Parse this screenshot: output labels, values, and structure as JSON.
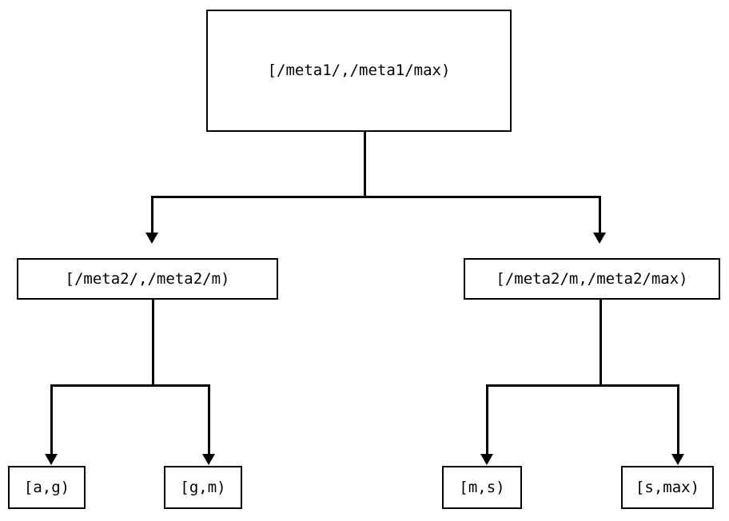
{
  "diagram": {
    "type": "tree",
    "title": "",
    "nodes": {
      "root": {
        "label": "[/meta1/,/meta1/max)"
      },
      "mid_left": {
        "label": "[/meta2/,/meta2/m)"
      },
      "mid_right": {
        "label": "[/meta2/m,/meta2/max)"
      },
      "leaf_ag": {
        "label": "[a,g)"
      },
      "leaf_gm": {
        "label": "[g,m)"
      },
      "leaf_ms": {
        "label": "[m,s)"
      },
      "leaf_smax": {
        "label": "[s,max)"
      }
    },
    "edges": [
      {
        "from": "root",
        "to": "mid_left"
      },
      {
        "from": "root",
        "to": "mid_right"
      },
      {
        "from": "mid_left",
        "to": "leaf_ag"
      },
      {
        "from": "mid_left",
        "to": "leaf_gm"
      },
      {
        "from": "mid_right",
        "to": "leaf_ms"
      },
      {
        "from": "mid_right",
        "to": "leaf_smax"
      }
    ],
    "colors": {
      "stroke": "#000000",
      "fill": "#ffffff",
      "text": "#000000"
    }
  }
}
